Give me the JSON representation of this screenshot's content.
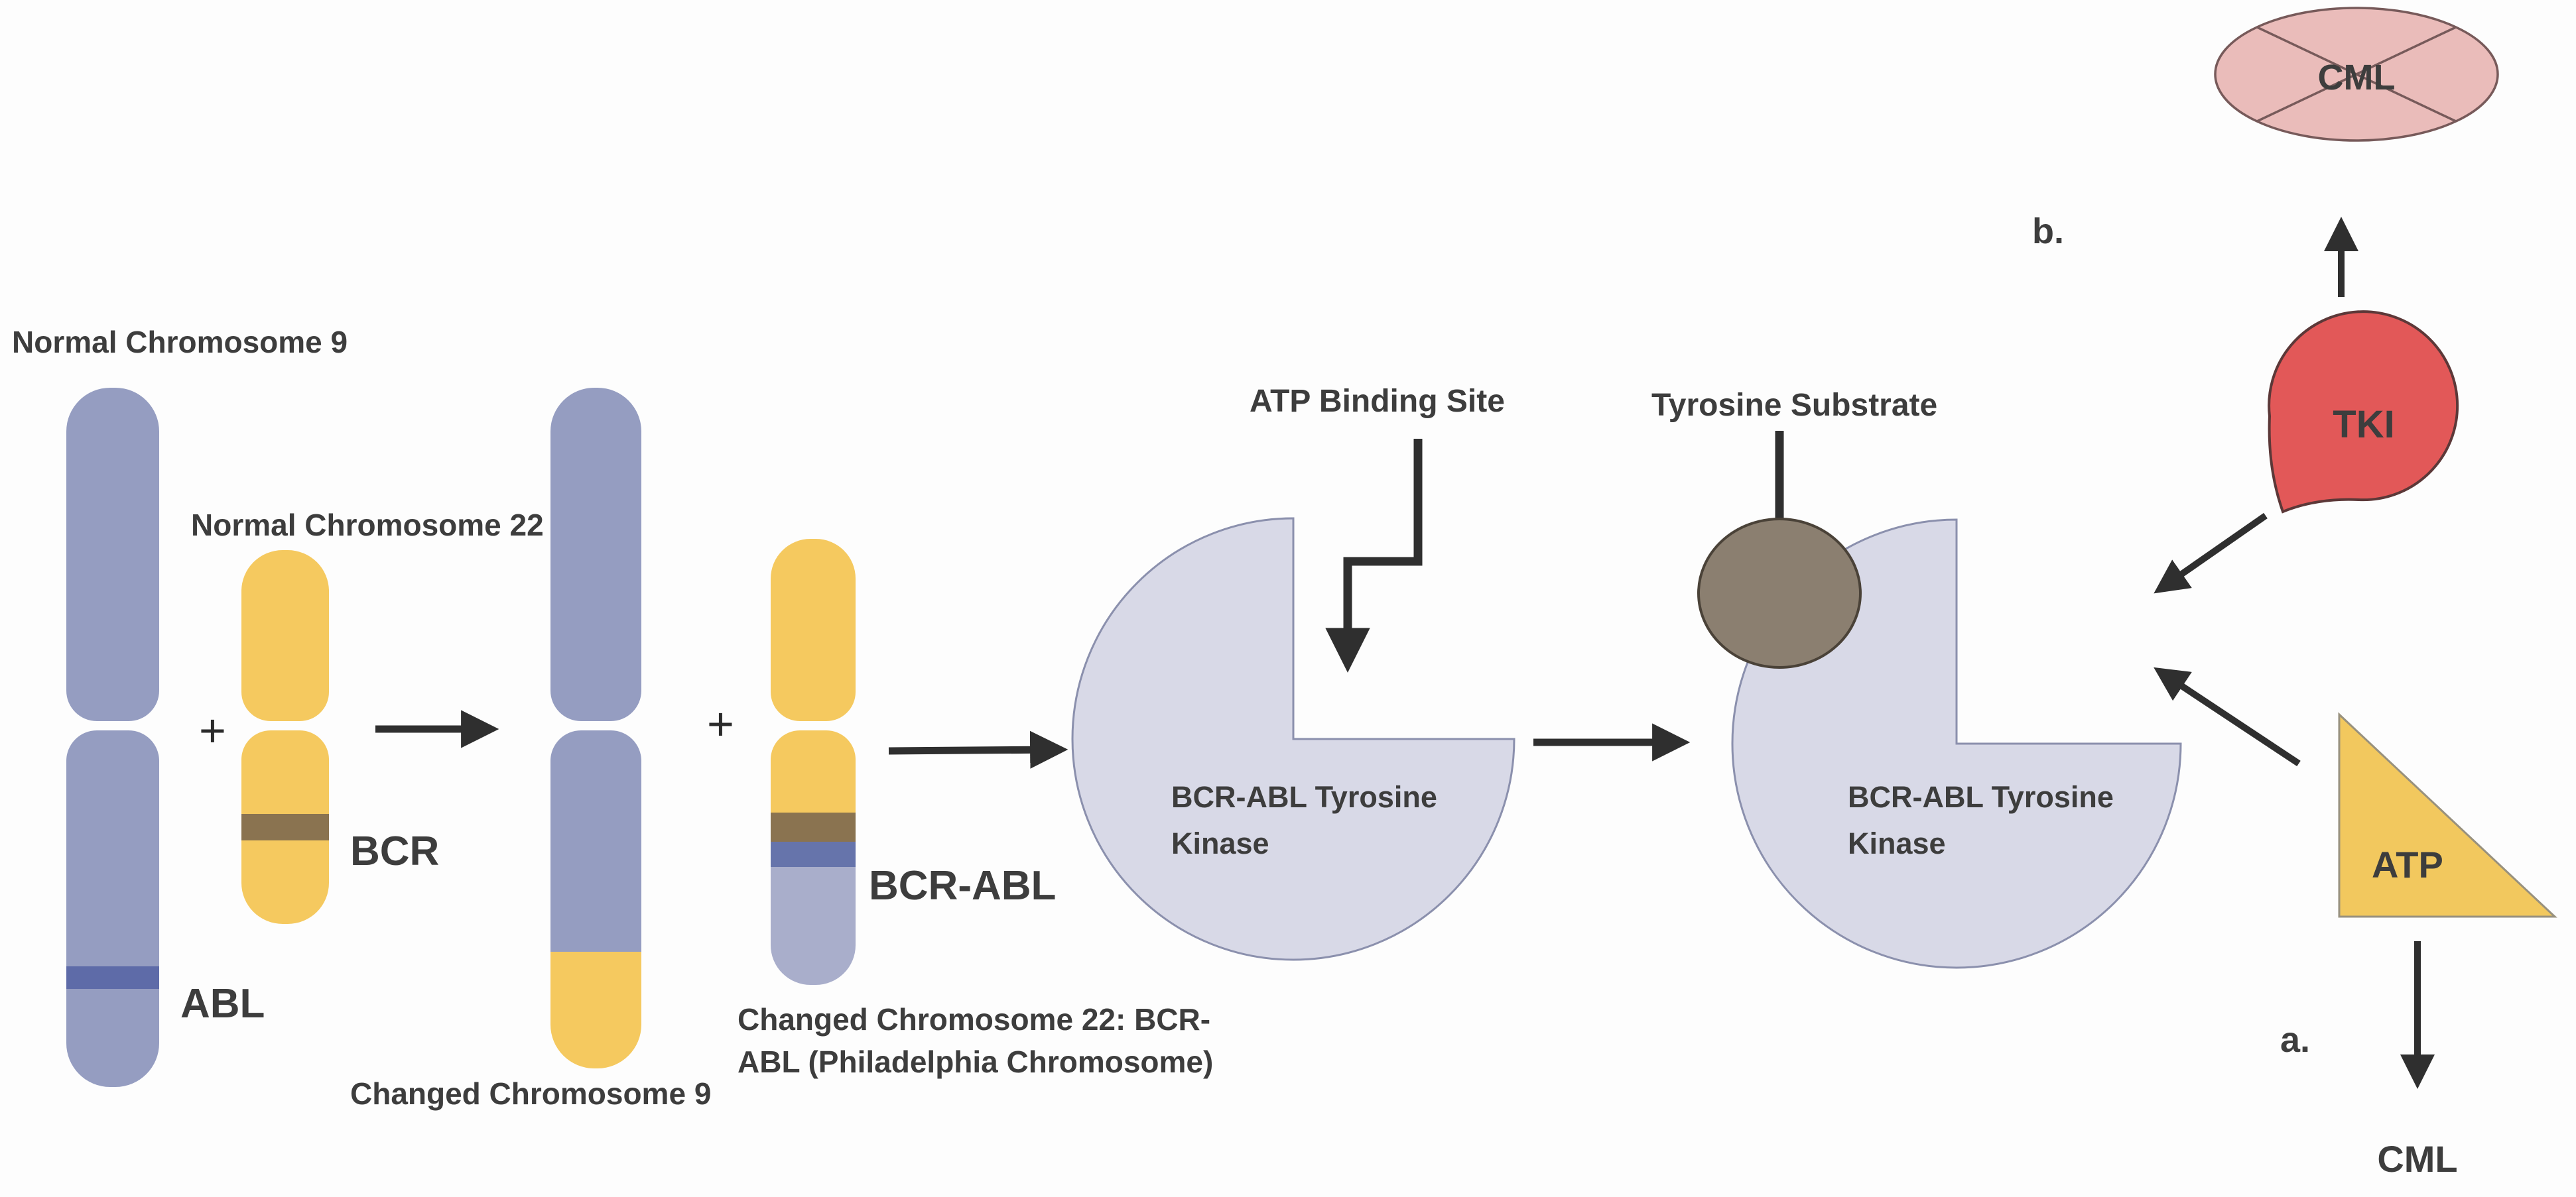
{
  "colors": {
    "background": "#fdfdfd",
    "text": "#3d3d3d",
    "arrow": "#2f2f2f",
    "chromosome_blue": "#959dc1",
    "abl_band_blue": "#5e6ba8",
    "bcr_abl_band_blue": "#6674ab",
    "chromosome_yellow": "#f5c95f",
    "bcr_band_brown": "#8a7350",
    "philadelphia_gray": "#a9aecb",
    "kinase_fill": "#d8d9e7",
    "kinase_stroke": "#8b90ad",
    "substrate_fill": "#8b7f70",
    "substrate_stroke": "#4a4238",
    "cml_fill": "#eabcba",
    "cml_stroke": "#775a5a",
    "tki_fill": "#e25858",
    "tki_stroke": "#5c3838",
    "atp_fill": "#f2c85e",
    "atp_stroke": "#98917e"
  },
  "left_panel": {
    "normal_chromosome_9_label": "Normal Chromosome 9",
    "normal_chromosome_22_label": "Normal Chromosome 22",
    "plus": "+",
    "abl_label": "ABL",
    "bcr_label": "BCR",
    "changed_chromosome_9_label": "Changed Chromosome 9",
    "bcr_abl_label": "BCR-ABL",
    "changed_chromosome_22_label_line1": "Changed Chromosome 22: BCR-",
    "changed_chromosome_22_label_line2": "ABL (Philadelphia Chromosome)"
  },
  "center_panel": {
    "atp_binding_site_label": "ATP Binding Site",
    "tyrosine_substrate_label": "Tyrosine Substrate",
    "kinase_label_line1": "BCR-ABL Tyrosine",
    "kinase_label_line2": "Kinase"
  },
  "right_panel": {
    "pathway_b_label": "b.",
    "cml_crossed_label": "CML",
    "tki_label": "TKI",
    "atp_label": "ATP",
    "pathway_a_label": "a.",
    "cml_label": "CML"
  }
}
